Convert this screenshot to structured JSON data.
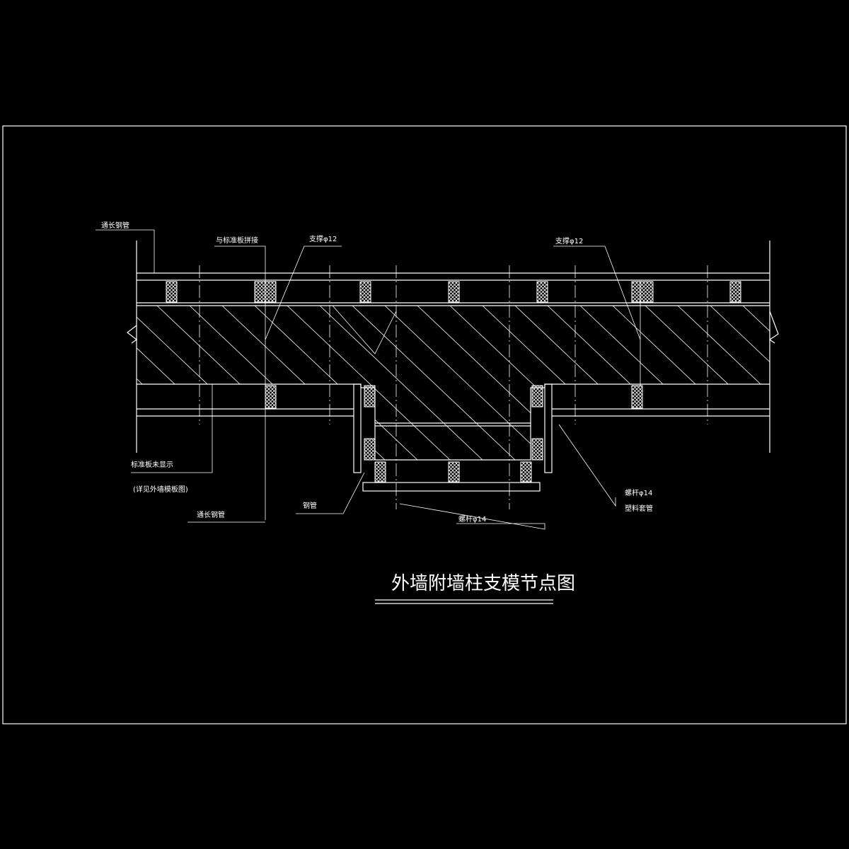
{
  "drawing": {
    "title": "外墙附墙柱支模节点图",
    "labels": {
      "through_pipe_top": "通长钢管",
      "join_with_std": "与标准板拼接",
      "brace_left": "支撑φ12",
      "brace_right": "支撑φ12",
      "std_board_not_shown": "标准板未显示",
      "see_ext_wall": "(详见外墙模板图)",
      "through_pipe_bottom": "通长钢管",
      "steel_pipe": "钢管",
      "bolt_bottom": "螺杆φ14",
      "bolt_right": "螺杆φ14",
      "plastic_sleeve": "塑料套管"
    },
    "colors": {
      "line": "#ffffff",
      "background": "#000000"
    }
  }
}
